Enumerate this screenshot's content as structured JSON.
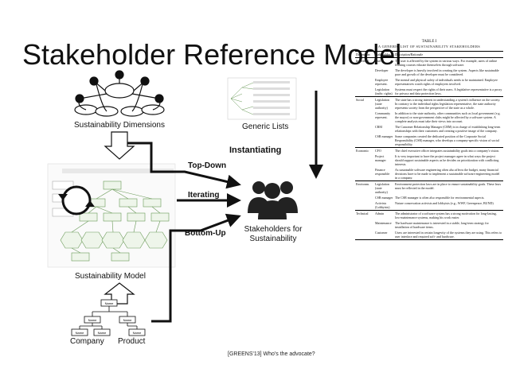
{
  "slide": {
    "title": "Stakeholder Reference Model",
    "citation": "[GREENS'13] Who's the advocate?"
  },
  "diagram": {
    "sustainability_dimensions": "Sustainability Dimensions",
    "generic_lists": "Generic Lists",
    "instantiating": "Instantiating",
    "top_down": "Top-Down",
    "iterating": "Iterating",
    "bottom_up": "Bottom-Up",
    "stakeholders_line1": "Stakeholders for",
    "stakeholders_line2": "Sustainability",
    "sustainability_model": "Sustainability Model",
    "company": "Company",
    "product": "Product",
    "org_node_label": "Name"
  },
  "table": {
    "caption": "TABLE I",
    "title": "A GENERIC LIST OF SUSTAINABILITY STAKEHOLDERS",
    "headers": [
      "Dimension",
      "Stakeholder",
      "Description/Rationale"
    ],
    "rows": [
      {
        "dimension": "Individual",
        "stakeholder": "User",
        "description": "The user is affected by the system in various ways. For example, users of online learning courses educate themselves through software."
      },
      {
        "dimension": "",
        "stakeholder": "Developer",
        "description": "The developer is heavily involved in creating the system. Aspects like sustainable pace and growth of the developer must be considered."
      },
      {
        "dimension": "",
        "stakeholder": "Employee represent.",
        "description": "The mental and physical safety of individuals needs to be maintained. Employee representatives watch rights of employees involved."
      },
      {
        "dimension": "",
        "stakeholder": "Legislation (indiv. rights)",
        "description": "Systems must respect the rights of their users. A legislative representative is a proxy for privacy and data protection laws."
      },
      {
        "dimension": "Social",
        "stakeholder": "Legislation (state authority)",
        "description": "The state has a strong interest in understanding a system's influence on the society. In contrary to the individual rights legislation representative, the state authority represents society from the perspective of the state as a whole."
      },
      {
        "dimension": "",
        "stakeholder": "Community represent.",
        "description": "In addition to the state authority, other communities such as local government (e.g. the mayor) or non-government clubs might be affected by a software system. A complete analysis must take their views into account."
      },
      {
        "dimension": "",
        "stakeholder": "CRM",
        "description": "The Customer Relationship Manager (CRM) is in charge of establishing long-term relationships with their customers and creating a positive image of the company."
      },
      {
        "dimension": "",
        "stakeholder": "CSR manager",
        "description": "Some companies created the dedicated position of the Corporate Social Responsibility (CSR) manager, who develops a company-specific vision of social responsibility."
      },
      {
        "dimension": "Economic",
        "stakeholder": "CFO",
        "description": "The chief executive officer integrates sustainability goals into a company's vision."
      },
      {
        "dimension": "",
        "stakeholder": "Project manager",
        "description": "It is very important to have the project manager agree in what ways the project should support sustainable aspects as he decides on prioritization with conflicting interests."
      },
      {
        "dimension": "",
        "stakeholder": "Finance responsible",
        "description": "As sustainable software engineering often also affects the budget, many financial decisions have to be made to implement a sustainable software engineering model in a company."
      },
      {
        "dimension": "Environm.",
        "stakeholder": "Legislation (state authority)",
        "description": "Environment protection laws are in place to ensure sustainability goals. These laws must be reflected in the model."
      },
      {
        "dimension": "",
        "stakeholder": "CSR manager",
        "description": "The CSR manager is often also responsible for environmental aspects."
      },
      {
        "dimension": "",
        "stakeholder": "Activists (Lobbyists)",
        "description": "Nature conservation activists and lobbyists (e.g., WWF, Greenpeace, BUND)"
      },
      {
        "dimension": "Technical",
        "stakeholder": "Admin",
        "description": "The administrator of a software system has a strong motivation for long-lasting, low-maintenance systems, making his work easier."
      },
      {
        "dimension": "",
        "stakeholder": "Maintenance",
        "description": "The hardware maintenance is interested in a stable, long-term strategy for installation of hardware items."
      },
      {
        "dimension": "",
        "stakeholder": "Customer",
        "description": "Users are interested in certain longevity of the systems they are using. This refers to user interface and required soft- and hardware."
      }
    ]
  }
}
